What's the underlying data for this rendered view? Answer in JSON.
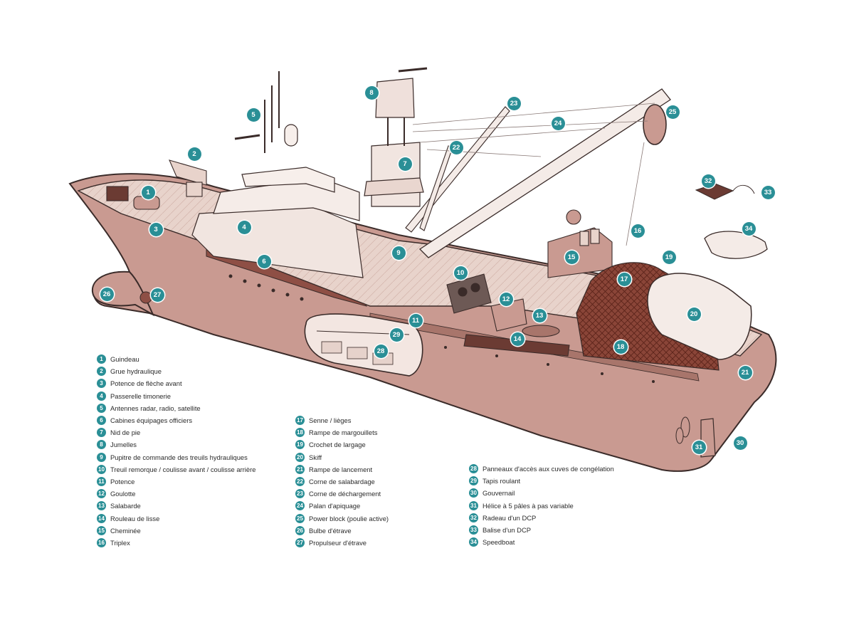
{
  "colors": {
    "badge": "#2a8f96",
    "hull": "#c99a91",
    "hull_dark": "#a8756b",
    "sheer_band": "#8e4f45",
    "deck": "#e9d6cf",
    "net": "#7a3a2e",
    "outline": "#3a2b29"
  },
  "legend": [
    {
      "num": "1",
      "label": "Guindeau"
    },
    {
      "num": "2",
      "label": "Grue hydraulique"
    },
    {
      "num": "3",
      "label": "Potence de flèche avant"
    },
    {
      "num": "4",
      "label": "Passerelle timonerie"
    },
    {
      "num": "5",
      "label": "Antennes radar, radio, satellite"
    },
    {
      "num": "6",
      "label": "Cabines équipages officiers"
    },
    {
      "num": "7",
      "label": "Nid de pie"
    },
    {
      "num": "8",
      "label": "Jumelles"
    },
    {
      "num": "9",
      "label": "Pupitre de commande des treuils hydrauliques"
    },
    {
      "num": "10",
      "label": "Treuil remorque / coulisse avant / coulisse arrière"
    },
    {
      "num": "11",
      "label": "Potence"
    },
    {
      "num": "12",
      "label": "Goulotte"
    },
    {
      "num": "13",
      "label": "Salabarde"
    },
    {
      "num": "14",
      "label": "Rouleau de lisse"
    },
    {
      "num": "15",
      "label": "Cheminée"
    },
    {
      "num": "16",
      "label": "Triplex"
    },
    {
      "num": "17",
      "label": "Senne / lièges"
    },
    {
      "num": "18",
      "label": "Rampe de margouillets"
    },
    {
      "num": "19",
      "label": "Crochet de largage"
    },
    {
      "num": "20",
      "label": "Skiff"
    },
    {
      "num": "21",
      "label": "Rampe de lancement"
    },
    {
      "num": "22",
      "label": "Corne de salabardage"
    },
    {
      "num": "23",
      "label": "Corne de déchargement"
    },
    {
      "num": "24",
      "label": "Palan d'apiquage"
    },
    {
      "num": "25",
      "label": "Power block (poulie active)"
    },
    {
      "num": "26",
      "label": "Bulbe d'étrave"
    },
    {
      "num": "27",
      "label": "Propulseur d'étrave"
    },
    {
      "num": "28",
      "label": "Panneaux d'accès aux cuves de congélation"
    },
    {
      "num": "29",
      "label": "Tapis roulant"
    },
    {
      "num": "30",
      "label": "Gouvernail"
    },
    {
      "num": "31",
      "label": "Hélice à 5 pâles à pas variable"
    },
    {
      "num": "32",
      "label": "Radeau d'un DCP"
    },
    {
      "num": "33",
      "label": "Balise d'un DCP"
    },
    {
      "num": "34",
      "label": "Speedboat"
    }
  ],
  "callouts": [
    "1",
    "2",
    "3",
    "4",
    "5",
    "6",
    "7",
    "8",
    "9",
    "10",
    "11",
    "12",
    "13",
    "14",
    "15",
    "16",
    "17",
    "18",
    "19",
    "20",
    "21",
    "22",
    "23",
    "24",
    "25",
    "26",
    "27",
    "28",
    "29",
    "30",
    "31",
    "32",
    "33",
    "34"
  ]
}
